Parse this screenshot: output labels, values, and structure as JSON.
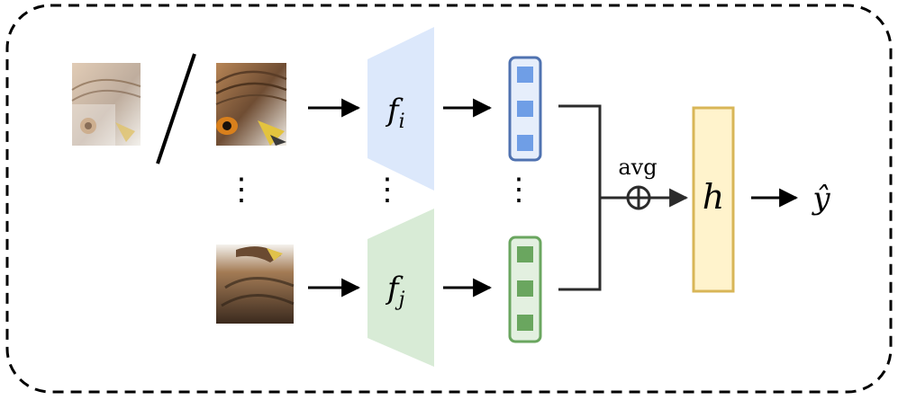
{
  "diagram": {
    "encoders": [
      {
        "symbol": "f",
        "subscript": "i",
        "fill": "#dce8fb",
        "cell_fill": "#6f9ee6",
        "box_fill": "#e6eefb",
        "box_stroke": "#4f72b0"
      },
      {
        "symbol": "f",
        "subscript": "j",
        "fill": "#d8ebd6",
        "cell_fill": "#6aa65f",
        "box_fill": "#e3f0e0",
        "box_stroke": "#6aa65f"
      }
    ],
    "vertical_dots": "⋮",
    "aggregation": {
      "label": "avg",
      "symbol": "⊕"
    },
    "head": {
      "symbol": "h",
      "fill": "#fff3cc",
      "stroke": "#d8b657"
    },
    "output": {
      "symbol": "ŷ"
    },
    "images": [
      {
        "name": "eagle-head-partially-masked"
      },
      {
        "name": "eagle-head-close-up"
      },
      {
        "name": "eagle-back-view"
      }
    ]
  }
}
